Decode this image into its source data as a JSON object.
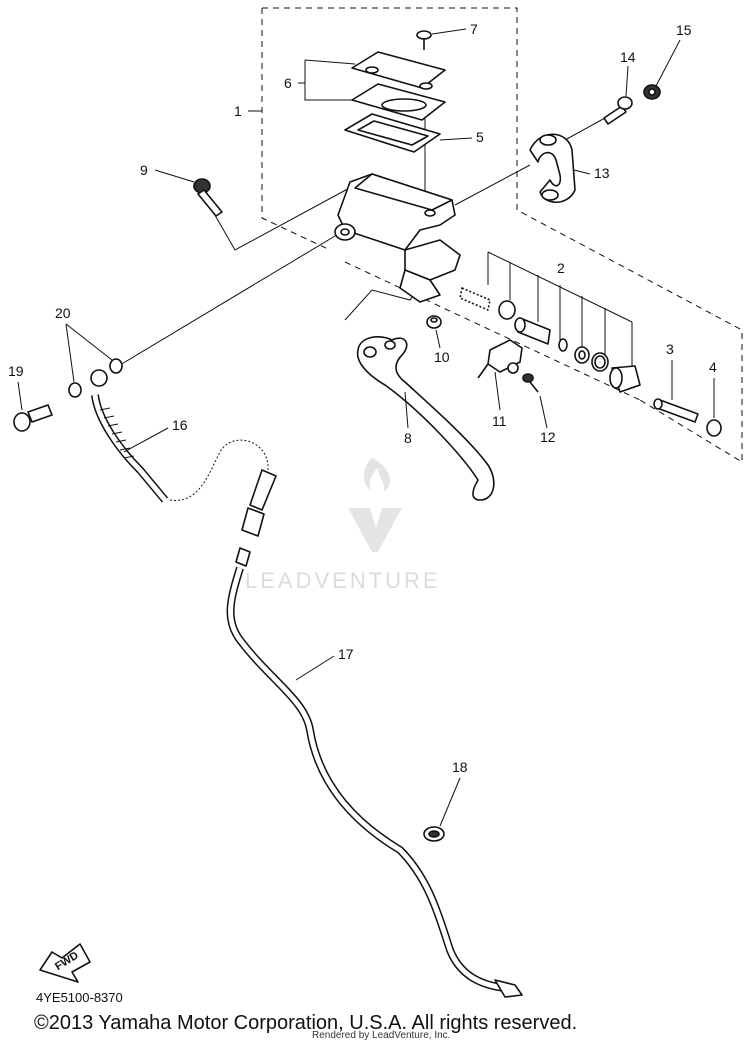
{
  "diagram": {
    "code": "4YE5100-8370",
    "copyright": "©2013 Yamaha Motor Corporation, U.S.A. All rights reserved.",
    "rendered_by": "Rendered by LeadVenture, Inc.",
    "watermark": "LEADVENTURE",
    "fwd_label": "FWD",
    "callouts": [
      "1",
      "2",
      "3",
      "4",
      "5",
      "6",
      "7",
      "8",
      "9",
      "10",
      "11",
      "12",
      "13",
      "14",
      "15",
      "16",
      "17",
      "18",
      "19",
      "20"
    ]
  }
}
